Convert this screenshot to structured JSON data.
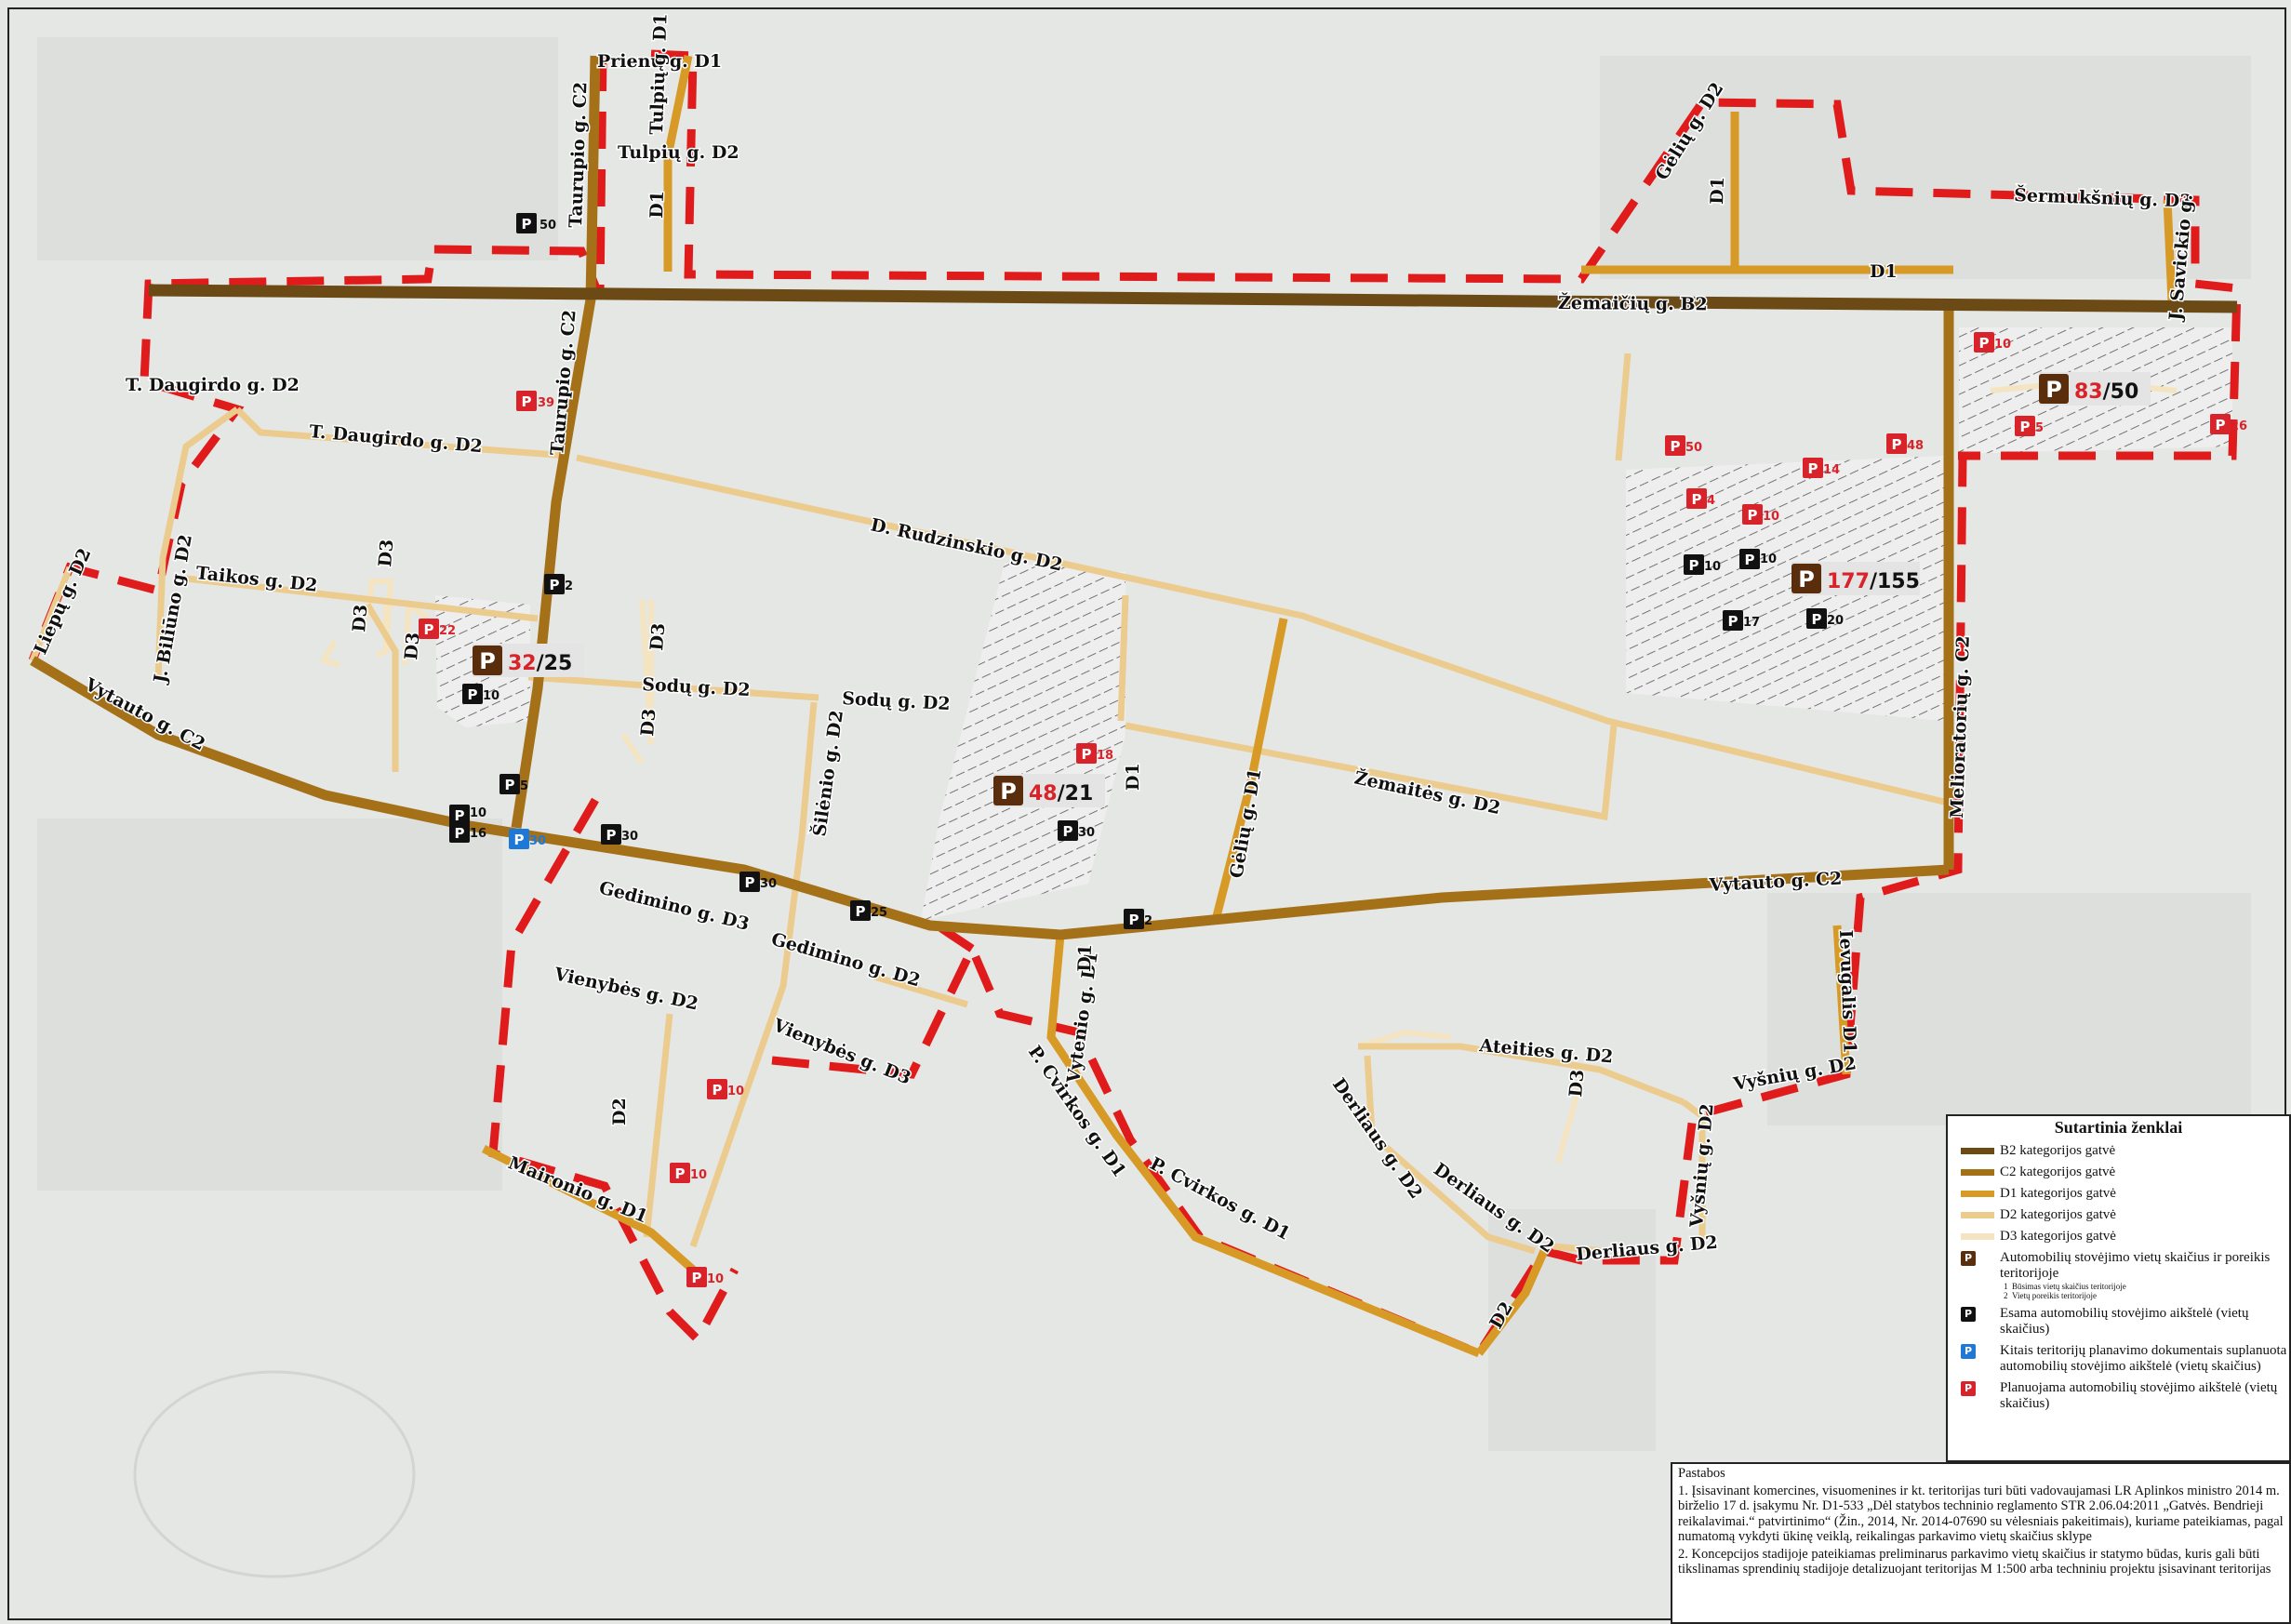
{
  "streets": [
    {
      "name": "Žemaičių g. B2",
      "category": "B2"
    },
    {
      "name": "Prienų g. D1",
      "category": "D1"
    },
    {
      "name": "Tulpių g. D1",
      "category": "D1"
    },
    {
      "name": "Tulpių g. D2",
      "category": "D2"
    },
    {
      "name": "Taurupio g. C2",
      "category": "C2"
    },
    {
      "name": "Gėlių g. D2",
      "category": "D2"
    },
    {
      "name": "Šermukšnių g. D3",
      "category": "D3"
    },
    {
      "name": "J. Savickio g.",
      "category": "D3"
    },
    {
      "name": "T. Daugirdo g. D2",
      "category": "D2"
    },
    {
      "name": "D. Rudzinskio g. D2",
      "category": "D2"
    },
    {
      "name": "Taikos g. D2",
      "category": "D2"
    },
    {
      "name": "J. Biliūno g. D2",
      "category": "D2"
    },
    {
      "name": "Liepų g. D2",
      "category": "D2"
    },
    {
      "name": "Vytauto g. C2",
      "category": "C2"
    },
    {
      "name": "Sodų g. D2",
      "category": "D2"
    },
    {
      "name": "Šilėnio g. D2",
      "category": "D2"
    },
    {
      "name": "Žemaitės g. D2",
      "category": "D2"
    },
    {
      "name": "Gėlių g. D1",
      "category": "D1"
    },
    {
      "name": "Melioratorių g. C2",
      "category": "C2"
    },
    {
      "name": "Gedimino g. D3",
      "category": "D3"
    },
    {
      "name": "Gedimino g. D2",
      "category": "D2"
    },
    {
      "name": "Vienybės g. D2",
      "category": "D2"
    },
    {
      "name": "Vienybės g. D3",
      "category": "D3"
    },
    {
      "name": "Maironio g. D1",
      "category": "D1"
    },
    {
      "name": "Vytenio g. D1",
      "category": "D1"
    },
    {
      "name": "P. Cvirkos g. D1",
      "category": "D1"
    },
    {
      "name": "Ateities g. D2",
      "category": "D2"
    },
    {
      "name": "Derliaus g. D2",
      "category": "D2"
    },
    {
      "name": "Vyšnių g. D2",
      "category": "D2"
    },
    {
      "name": "Ievugalis D1",
      "category": "D1"
    },
    {
      "name": "D1",
      "category": "D1"
    },
    {
      "name": "D2",
      "category": "D2"
    },
    {
      "name": "D3",
      "category": "D3"
    }
  ],
  "parking": [
    {
      "kind": "existing",
      "count": "50"
    },
    {
      "kind": "planned",
      "count": "39"
    },
    {
      "kind": "existing",
      "count": "2"
    },
    {
      "kind": "planned",
      "count": "22"
    },
    {
      "kind": "existing",
      "count": "10"
    },
    {
      "kind": "existing",
      "count": "5"
    },
    {
      "kind": "existing",
      "count": "10"
    },
    {
      "kind": "existing",
      "count": "16"
    },
    {
      "kind": "other-plan",
      "count": "30"
    },
    {
      "kind": "existing",
      "count": "30"
    },
    {
      "kind": "existing",
      "count": "30"
    },
    {
      "kind": "existing",
      "count": "25"
    },
    {
      "kind": "existing",
      "count": "2"
    },
    {
      "kind": "existing",
      "count": "30"
    },
    {
      "kind": "planned",
      "count": "18"
    },
    {
      "kind": "planned",
      "count": "50"
    },
    {
      "kind": "planned",
      "count": "48"
    },
    {
      "kind": "planned",
      "count": "14"
    },
    {
      "kind": "planned",
      "count": "4"
    },
    {
      "kind": "planned",
      "count": "10"
    },
    {
      "kind": "existing",
      "count": "10"
    },
    {
      "kind": "existing",
      "count": "10"
    },
    {
      "kind": "existing",
      "count": "17"
    },
    {
      "kind": "existing",
      "count": "20"
    },
    {
      "kind": "planned",
      "count": "10"
    },
    {
      "kind": "planned",
      "count": "5"
    },
    {
      "kind": "planned",
      "count": "26"
    },
    {
      "kind": "planned",
      "count": "10"
    },
    {
      "kind": "planned",
      "count": "10"
    },
    {
      "kind": "planned",
      "count": "10"
    }
  ],
  "demand_areas": [
    {
      "future": "32",
      "need": "25"
    },
    {
      "future": "48",
      "need": "21"
    },
    {
      "future": "177",
      "need": "155"
    },
    {
      "future": "83",
      "need": "50"
    }
  ],
  "legend": {
    "title": "Sutartinia ženklai",
    "items": [
      {
        "label": "B2 kategorijos gatvė",
        "color": "#6b4a16"
      },
      {
        "label": "C2 kategorijos gatvė",
        "color": "#a47018"
      },
      {
        "label": "D1 kategorijos gatvė",
        "color": "#d89a26"
      },
      {
        "label": "D2 kategorijos gatvė",
        "color": "#eccb8e"
      },
      {
        "label": "D3 kategorijos gatvė",
        "color": "#f4e4c2"
      }
    ],
    "demand_label": "Automobilių stovėjimo vietų skaičius ir poreikis teritorijoje",
    "demand_sub1": "Būsimas vietų skaičius teritorijoje",
    "demand_sub2": "Vietų poreikis teritorijoje",
    "existing_label": "Esama automobilių stovėjimo aikštelė (vietų skaičius)",
    "other_label": "Kitais teritorijų planavimo dokumentais suplanuota automobilių stovėjimo aikštelė (vietų skaičius)",
    "planned_label": "Planuojama automobilių stovėjimo aikštelė (vietų skaičius)"
  },
  "notes": {
    "title": "Pastabos",
    "note1": "1. Įsisavinant komercines, visuomenines ir kt. teritorijas turi būti vadovaujamasi LR Aplinkos ministro 2014 m. birželio 17 d. įsakymu Nr. D1-533 „Dėl statybos techninio reglamento STR 2.06.04:2011 „Gatvės. Bendrieji reikalavimai.“ patvirtinimo“ (Žin., 2014, Nr. 2014-07690 su vėlesniais pakeitimais), kuriame pateikiamas, pagal numatomą vykdyti ūkinę veiklą, reikalingas parkavimo vietų skaičius sklype",
    "note2": "2. Koncepcijos stadijoje pateikiamas preliminarus parkavimo vietų skaičius ir statymo būdas, kuris gali būti tikslinamas sprendinių stadijoje detalizuojant teritorijas M 1:500 arba techniniu projektu įsisavinant teritorijas"
  },
  "colors": {
    "b2": "#6b4a16",
    "c2": "#a47018",
    "d1": "#d89a26",
    "d2": "#eccb8e",
    "d3": "#f4e4c2",
    "boundary": "#e01b1b",
    "existing": "#111111",
    "planned": "#d8232a",
    "other": "#1e78d7",
    "demand": "#5a2d0c"
  }
}
